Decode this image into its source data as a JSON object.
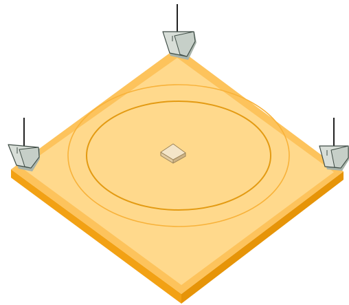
{
  "scene": {
    "kind": "isometric-platform",
    "antenna_count": 3,
    "central_object": "box",
    "rings": 2
  },
  "colors": {
    "background": "#ffffff",
    "platform_top": "#FDC35C",
    "platform_top_light": "#FFD98C",
    "platform_side_left": "#F2A114",
    "platform_side_right": "#E69408",
    "ring_outer": "#F8B23A",
    "ring_inner": "#E39A12",
    "antenna_body": "#D8DED8",
    "antenna_shadow": "#A8B3AA",
    "antenna_outline": "#3D4B44",
    "antenna_mast": "#202020",
    "box_top": "#F4E5C8",
    "box_side_left": "#E2CBA1",
    "box_side_right": "#CDB386",
    "box_outline": "#9B8358"
  },
  "icons": {
    "antenna": "antenna-icon",
    "center_box": "package-icon"
  }
}
